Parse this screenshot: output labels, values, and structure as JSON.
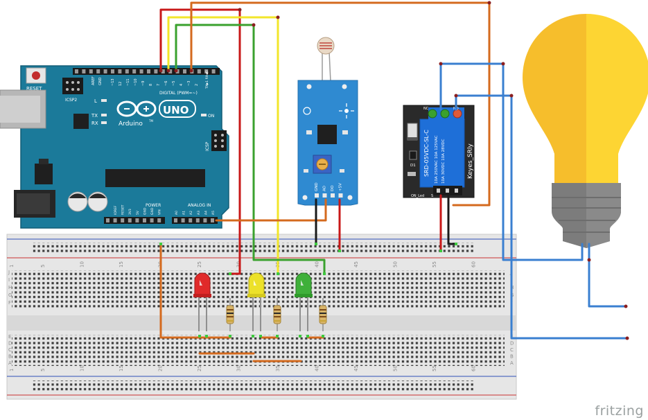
{
  "arduino": {
    "model": "UNO",
    "brand": "Arduino",
    "trademark": "TM",
    "reset_label": "RESET",
    "icsp2_label": "ICSP2",
    "icsp_label": "ICSP",
    "digital_label": "DIGITAL (PWM=~)",
    "analog_label": "ANALOG IN",
    "power_label": "POWER",
    "aref_label": "AREF",
    "gnd_label": "GND",
    "led_labels": [
      "L",
      "TX",
      "RX"
    ],
    "on_label": "ON",
    "txrx_label": "TX▶1 RX◀0",
    "digital_pins": [
      "~13",
      "12",
      "~11",
      "~10",
      "~9",
      "8",
      "7",
      "~6",
      "~5",
      "4",
      "~3",
      "2"
    ],
    "power_pins": [
      "IOREF",
      "RESET",
      "3V3",
      "5V",
      "GND",
      "GND",
      "VIN"
    ],
    "analog_pins": [
      "A0",
      "A1",
      "A2",
      "A3",
      "A4",
      "A5"
    ]
  },
  "sensor": {
    "pins": [
      "GND",
      "AO",
      "DO",
      "+5V"
    ]
  },
  "relay": {
    "brand": "Keyes_SRly",
    "relay_text": "SRD-05VDC-SL-C",
    "ratings": [
      "10A 250VAC  10A 125VAC",
      "10A 30VDC  10A 28VDC"
    ],
    "labels": [
      "NC",
      "COM",
      "NO"
    ],
    "side_labels": [
      "D1",
      "R1"
    ],
    "led_label": "ON_Led",
    "signal_label": "S"
  },
  "breadboard": {
    "top_numbers": [
      "1",
      "5",
      "10",
      "15",
      "20",
      "25",
      "30",
      "35",
      "40",
      "45",
      "50",
      "55",
      "60"
    ],
    "rows_top": [
      "J",
      "I",
      "H",
      "G",
      "F"
    ],
    "rows_bottom": [
      "E",
      "D",
      "C",
      "B",
      "A"
    ]
  },
  "leds": [
    "red",
    "yellow",
    "green"
  ],
  "colors": {
    "board": "#1b7a9a",
    "board_dark": "#12627d",
    "sensor": "#2f8ad1",
    "relay_body": "#2a2a2a",
    "relay_cube": "#1e6fd8",
    "breadboard": "#e4e4e4",
    "wire_red": "#c81818",
    "wire_yellow": "#f2e62a",
    "wire_green": "#3aa12e",
    "wire_orange": "#d46a1e",
    "wire_black": "#1a1a1a",
    "wire_blue": "#3a7fd0",
    "bulb": "#f6be2c",
    "bulb_light": "#fdd533",
    "socket": "#7c7c7c"
  },
  "watermark": "fritzing"
}
